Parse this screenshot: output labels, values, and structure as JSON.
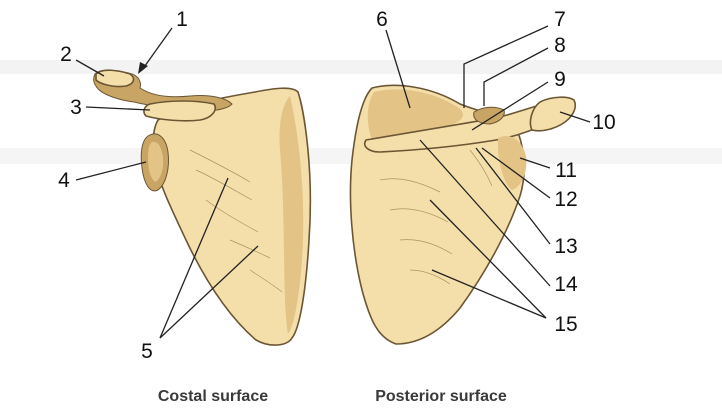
{
  "figure": {
    "left_caption": "Costal surface",
    "right_caption": "Posterior surface",
    "colors": {
      "bone": "#f4dfab",
      "outline": "#6b5634",
      "shadow": "#e3c486"
    }
  },
  "labels": [
    "1",
    "2",
    "3",
    "4",
    "5",
    "6",
    "7",
    "8",
    "9",
    "10",
    "11",
    "12",
    "13",
    "14",
    "15"
  ]
}
